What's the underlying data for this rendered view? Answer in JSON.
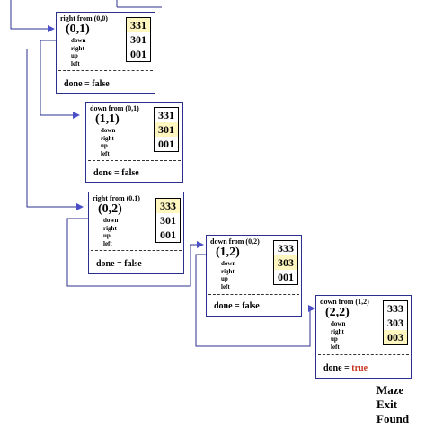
{
  "frames": [
    {
      "heading": "right from (0,0)",
      "coord": "(0,1)",
      "dirs": [
        "down",
        "right",
        "up",
        "left"
      ],
      "grid": [
        "331",
        "301",
        "001"
      ],
      "done_label": "done = ",
      "done_value": "false"
    },
    {
      "heading": "down from (0,1)",
      "coord": "(1,1)",
      "dirs": [
        "down",
        "right",
        "up",
        "left"
      ],
      "grid": [
        "331",
        "301",
        "001"
      ],
      "done_label": "done = ",
      "done_value": "false"
    },
    {
      "heading": "right from (0,1)",
      "coord": "(0,2)",
      "dirs": [
        "down",
        "right",
        "up",
        "left"
      ],
      "grid": [
        "333",
        "301",
        "001"
      ],
      "done_label": "done = ",
      "done_value": "false"
    },
    {
      "heading": "down from (0,2)",
      "coord": "(1,2)",
      "dirs": [
        "down",
        "right",
        "up",
        "left"
      ],
      "grid": [
        "333",
        "303",
        "001"
      ],
      "done_label": "done = ",
      "done_value": "false"
    },
    {
      "heading": "down from (1,2)",
      "coord": "(2,2)",
      "dirs": [
        "down",
        "right",
        "up",
        "left"
      ],
      "grid": [
        "333",
        "303",
        "003"
      ],
      "done_label": "done = ",
      "done_value": "true"
    }
  ],
  "result": [
    "Maze",
    "Exit",
    "Found"
  ],
  "colors": {
    "frame_border": "#2b2f8e",
    "arrow": "#4a4fc9",
    "highlight": "#fff0a0",
    "true_value": "#c8351e"
  }
}
